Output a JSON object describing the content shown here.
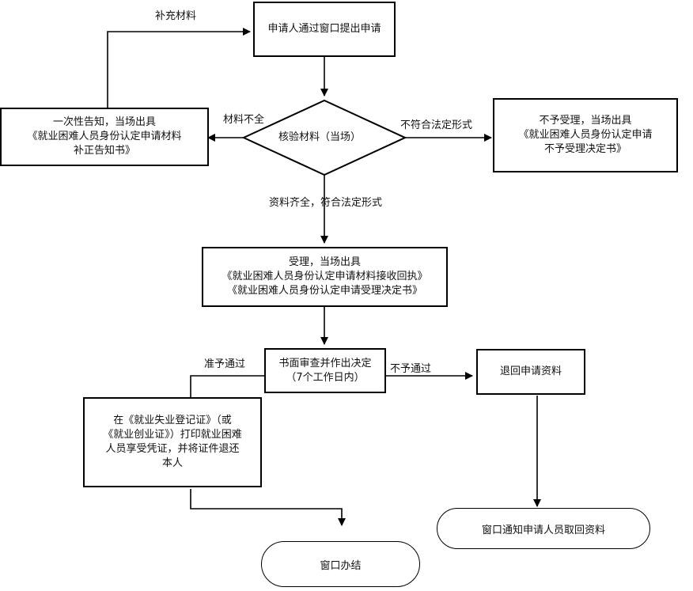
{
  "nodes": {
    "start": {
      "text": "申请人通过窗口提出申请"
    },
    "check": {
      "text": "核验材料（当场）"
    },
    "notify_incomplete": {
      "lines": [
        "一次性告知，当场出具",
        "《就业困难人员身份认定申请材料",
        "补正告知书》"
      ]
    },
    "reject_form": {
      "lines": [
        "不予受理，当场出具",
        "《就业困难人员身份认定申请",
        "不予受理决定书》"
      ]
    },
    "accept": {
      "lines": [
        "受理，当场出具",
        "《就业困难人员身份认定申请材料接收回执》",
        "《就业困难人员身份认定申请受理决定书》"
      ]
    },
    "review": {
      "lines": [
        "书面审查并作出决定",
        "（7个工作日内）"
      ]
    },
    "return_materials": {
      "text": "退回申请资料"
    },
    "print_cert": {
      "lines": [
        "在《就业失业登记证》（或",
        "《就业创业证》）打印就业困难",
        "人员享受凭证，并将证件退还",
        "本人"
      ]
    },
    "window_notify": {
      "text": "窗口通知申请人员取回资料"
    },
    "complete": {
      "text": "窗口办结"
    }
  },
  "edge_labels": {
    "supplement": "补充材料",
    "incomplete": "材料不全",
    "nonconforming": "不符合法定形式",
    "complete_ok": "资料齐全，符合法定形式",
    "approved": "准予通过",
    "rejected": "不予通过"
  }
}
